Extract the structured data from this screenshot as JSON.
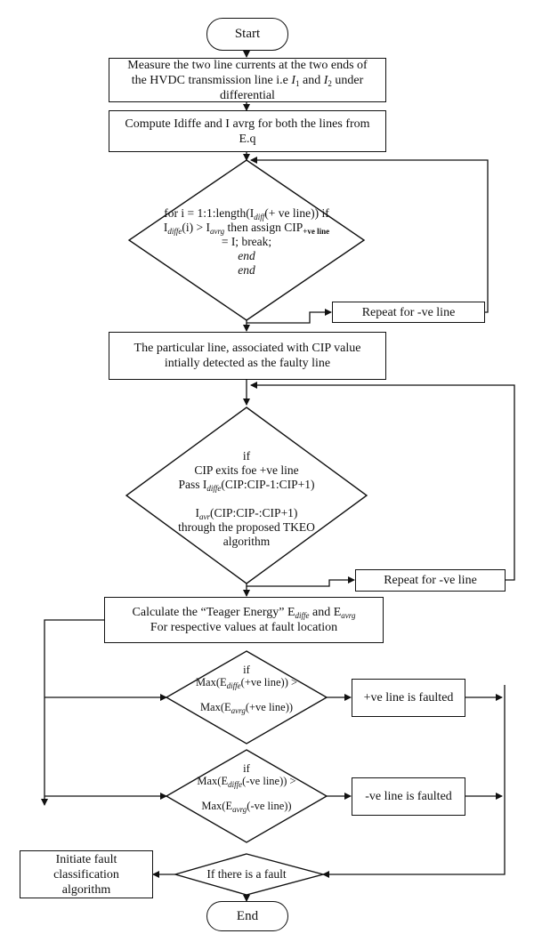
{
  "flowchart": {
    "start": "Start",
    "end": "End",
    "measure": {
      "line1": "Measure the two line currents at the two ends of",
      "line2_pre": "the HVDC transmission line i.e ",
      "i": "I",
      "sub1": "1",
      "and": " and ",
      "sub2": "2",
      "line2_post": " under",
      "line3": "differential"
    },
    "compute": {
      "line1": "Compute Idiffe and I avrg for both the lines from",
      "line2": "E.q"
    },
    "decision1": {
      "l1_pre": "for i = 1:1:length(I",
      "l1_sub": "diff",
      "l1_post": "(+ ve line)) if",
      "l2_a": "I",
      "l2_sub1": "diffe",
      "l2_b": "(i) > I",
      "l2_sub2": "avrg",
      "l2_c": " then assign CIP",
      "l2_sub3": "+ve line",
      "l3": "= I; break;",
      "l4": "end",
      "l5": "end"
    },
    "repeat1": "Repeat for -ve line",
    "particular": {
      "line1": "The particular line, associated with CIP value",
      "line2": "intially detected as the faulty line"
    },
    "decision2": {
      "l1": "if",
      "l2": "CIP exits foe +ve line",
      "l3_pre": "Pass I",
      "l3_sub": "diffe",
      "l3_post": "(CIP:CIP-1:CIP+1)",
      "l4_pre": "I",
      "l4_sub": "avr",
      "l4_post": "(CIP:CIP-:CIP+1)",
      "l5": "through the proposed TKEO",
      "l6": "algorithm"
    },
    "repeat2": "Repeat for -ve line",
    "teager": {
      "l1_pre": "Calculate the “Teager Energy” E",
      "l1_sub1": "diffe",
      "l1_mid": " and E",
      "l1_sub2": "avrg",
      "l2": "For respective values at fault location"
    },
    "decision3": {
      "l1": "if",
      "l2_pre": "Max(E",
      "l2_sub": "diffe",
      "l2_post": "(+ve line)) >",
      "l3_pre": "Max(E",
      "l3_sub": "avrg",
      "l3_post": "(+ve line))"
    },
    "pos_faulted": "+ve line is faulted",
    "decision4": {
      "l1": "if",
      "l2_pre": "Max(E",
      "l2_sub": "diffe",
      "l2_post": "(-ve line)) >",
      "l3_pre": "Max(E",
      "l3_sub": "avrg",
      "l3_post": "(-ve line))"
    },
    "neg_faulted": "-ve line is faulted",
    "decision5": "If there is a fault",
    "initiate": {
      "line1": "Initiate fault classification",
      "line2": "algorithm"
    }
  }
}
